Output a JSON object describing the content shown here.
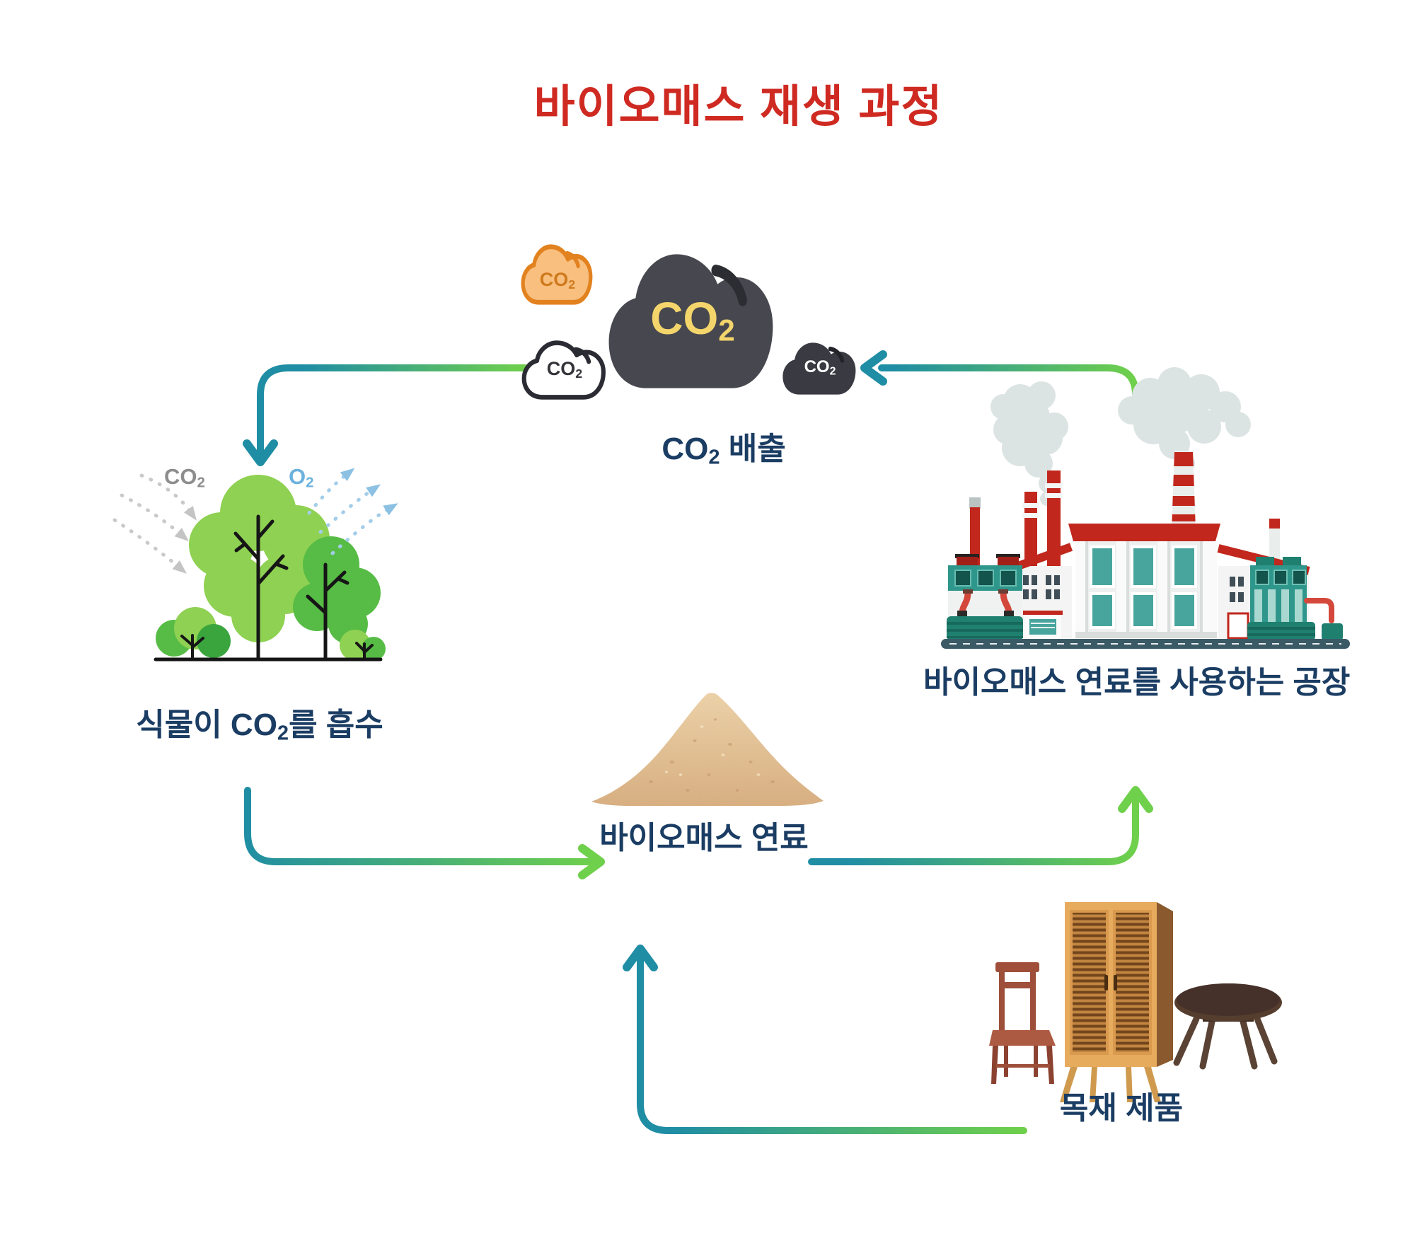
{
  "title": "바이오매스 재생 과정",
  "emission": {
    "gas": "CO",
    "sub": "2",
    "rest": " 배출"
  },
  "clouds": {
    "orange": {
      "gas": "CO",
      "sub": "2"
    },
    "big": {
      "gas": "CO",
      "sub": "2"
    },
    "white": {
      "gas": "CO",
      "sub": "2"
    },
    "dark": {
      "gas": "CO",
      "sub": "2"
    }
  },
  "trees": {
    "absorb": {
      "gas": "CO",
      "sub": "2"
    },
    "release": {
      "gas": "O",
      "sub": "2"
    },
    "caption": {
      "pre": "식물이 CO",
      "sub": "2",
      "post": "를 흡수"
    }
  },
  "factory": {
    "caption": "바이오매스 연료를 사용하는 공장"
  },
  "biomass": {
    "caption": "바이오매스 연료"
  },
  "wood": {
    "caption": "목재 제품"
  },
  "colors": {
    "title_red": "#cf2a22",
    "label_navy": "#1b3d63",
    "arrow_teal": "#1f8da4",
    "arrow_green": "#6fd04b",
    "cloud_orange_fill": "#f8bf7f",
    "cloud_orange_stroke": "#e2821f",
    "cloud_dark": "#47474f",
    "co2_yellow": "#f3d56b",
    "co2_gray_text": "#8d8d8d",
    "o2_blue_text": "#6cb2dd",
    "factory_red": "#c1271d",
    "factory_teal": "#2f968b",
    "window_teal": "#48a59e",
    "tree_green_light": "#8fd152",
    "tree_green_mid": "#57bc45",
    "tree_green_dark": "#3aa53d",
    "sawdust_tan": "#d6ab7c",
    "wood_brown": "#a0503a"
  }
}
